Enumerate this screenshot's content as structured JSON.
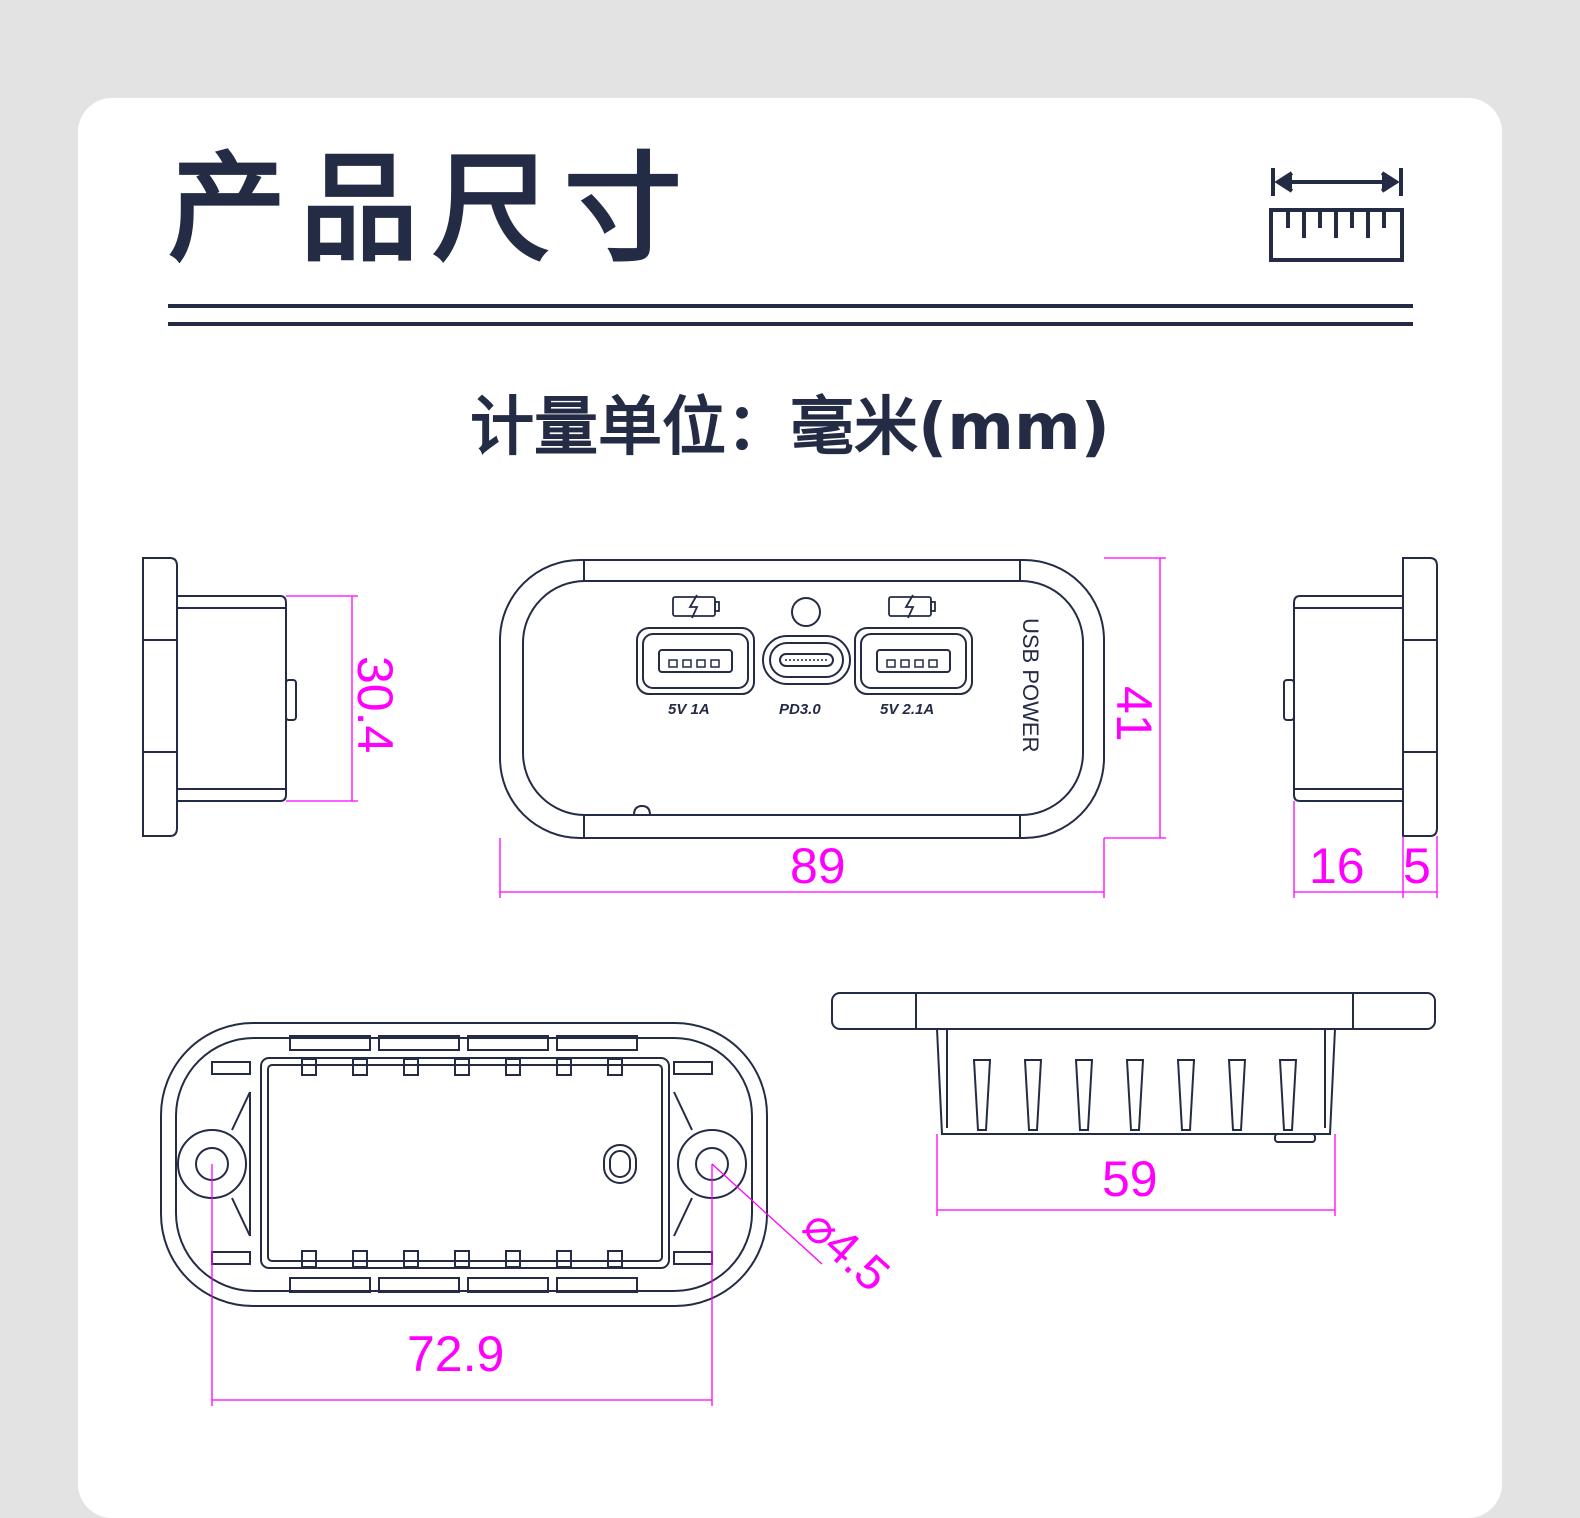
{
  "header": {
    "title": "产品尺寸",
    "unit_label": "计量单位：毫米(mm)"
  },
  "icons": {
    "ruler": "ruler-icon"
  },
  "front_view": {
    "ports": [
      {
        "label": "5V  1A",
        "type": "usb-a",
        "icon": "battery-charge-icon"
      },
      {
        "label": "PD3.0",
        "type": "usb-c",
        "icon": "led-indicator-icon"
      },
      {
        "label": "5V  2.1A",
        "type": "usb-a",
        "icon": "battery-charge-icon"
      }
    ],
    "side_text": "USB POWER"
  },
  "dimensions": {
    "width": "89",
    "height": "41",
    "side_height": "30.4",
    "depth": "16",
    "flange": "5",
    "body_width": "59",
    "hole_spacing": "72.9",
    "hole_diameter": "⌀4.5"
  },
  "colors": {
    "line": "#232b45",
    "dimension": "#ff00ff",
    "background": "#e3e3e3",
    "card": "#ffffff"
  }
}
